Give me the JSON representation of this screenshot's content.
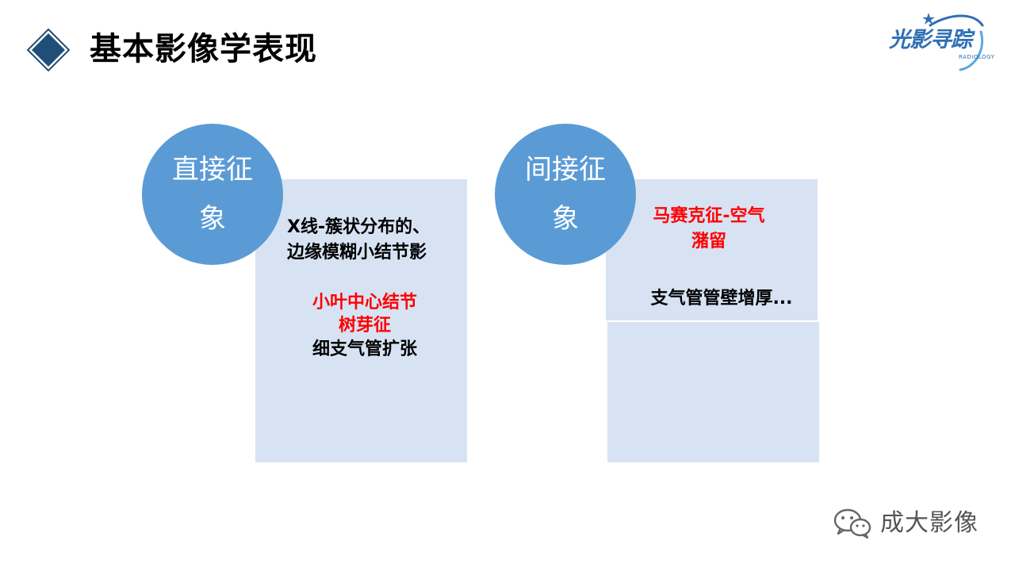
{
  "header": {
    "title": "基本影像学表现"
  },
  "logo": {
    "main": "光影寻踪",
    "sub": "RADIOLOGY"
  },
  "left_card": {
    "heading_line1": "直接征",
    "heading_line2": "象",
    "text1_line1": "X线-簇状分布的、",
    "text1_line2": "边缘模糊小结节影",
    "red_line1": "小叶中心结节",
    "red_line2": "树芽征",
    "text2": "细支气管扩张"
  },
  "right_card": {
    "heading_line1": "间接征",
    "heading_line2": "象",
    "red_line1": "马赛克征-空气",
    "red_line2": "潴留",
    "text1": "支气管管壁增厚..."
  },
  "watermark": {
    "text": "成大影像"
  },
  "colors": {
    "accent": "#5b9bd5",
    "panel": "#d7e3f3",
    "diamond": "#1f4e79",
    "highlight": "#ff0000"
  }
}
